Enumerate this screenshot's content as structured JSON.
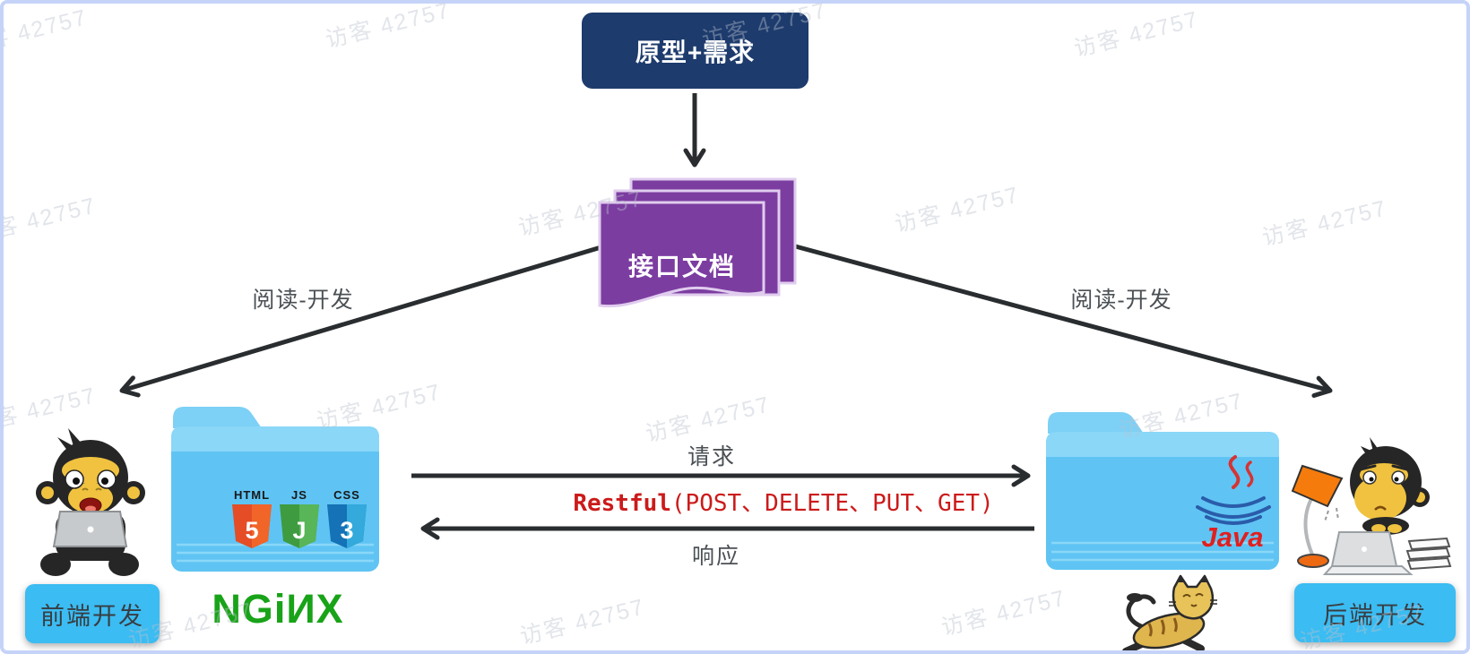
{
  "watermark": {
    "text": "访客 42757",
    "positions": [
      [
        -50,
        30
      ],
      [
        355,
        22
      ],
      [
        775,
        22
      ],
      [
        1190,
        32
      ],
      [
        -40,
        240
      ],
      [
        570,
        232
      ],
      [
        990,
        228
      ],
      [
        1400,
        243
      ],
      [
        -40,
        452
      ],
      [
        345,
        448
      ],
      [
        712,
        462
      ],
      [
        1240,
        458
      ],
      [
        135,
        692
      ],
      [
        572,
        688
      ],
      [
        1042,
        678
      ],
      [
        1442,
        694
      ]
    ]
  },
  "top_box": {
    "label": "原型+需求"
  },
  "doc_stack": {
    "label": "接口文档"
  },
  "edges": {
    "left_label": "阅读-开发",
    "right_label": "阅读-开发"
  },
  "middle": {
    "request_label": "请求",
    "restful_keyword": "Restful",
    "restful_methods": "(POST、DELETE、PUT、GET)",
    "response_label": "响应"
  },
  "left_group": {
    "role_label": "前端开发",
    "server_logo": "NGiИX",
    "badges": [
      {
        "label": "HTML",
        "glyph": "5"
      },
      {
        "label": "JS",
        "glyph": "J"
      },
      {
        "label": "CSS",
        "glyph": "3"
      }
    ]
  },
  "right_group": {
    "role_label": "后端开发",
    "java_label": "Java"
  },
  "colors": {
    "page_border": "#c5d3f8",
    "top_box_bg": "#1d3b6d",
    "doc_purple": "#7c3da1",
    "folder_blue": "#5fc4f3",
    "folder_blue_light": "#8ad7f8",
    "role_button_bg": "#3bbcf2",
    "nginx_green": "#18a318",
    "restful_red": "#cc1a1a",
    "java_red": "#e11f1f",
    "arrow_dark": "#2a2d2f",
    "watermark_gray": "#c3c9d4"
  }
}
